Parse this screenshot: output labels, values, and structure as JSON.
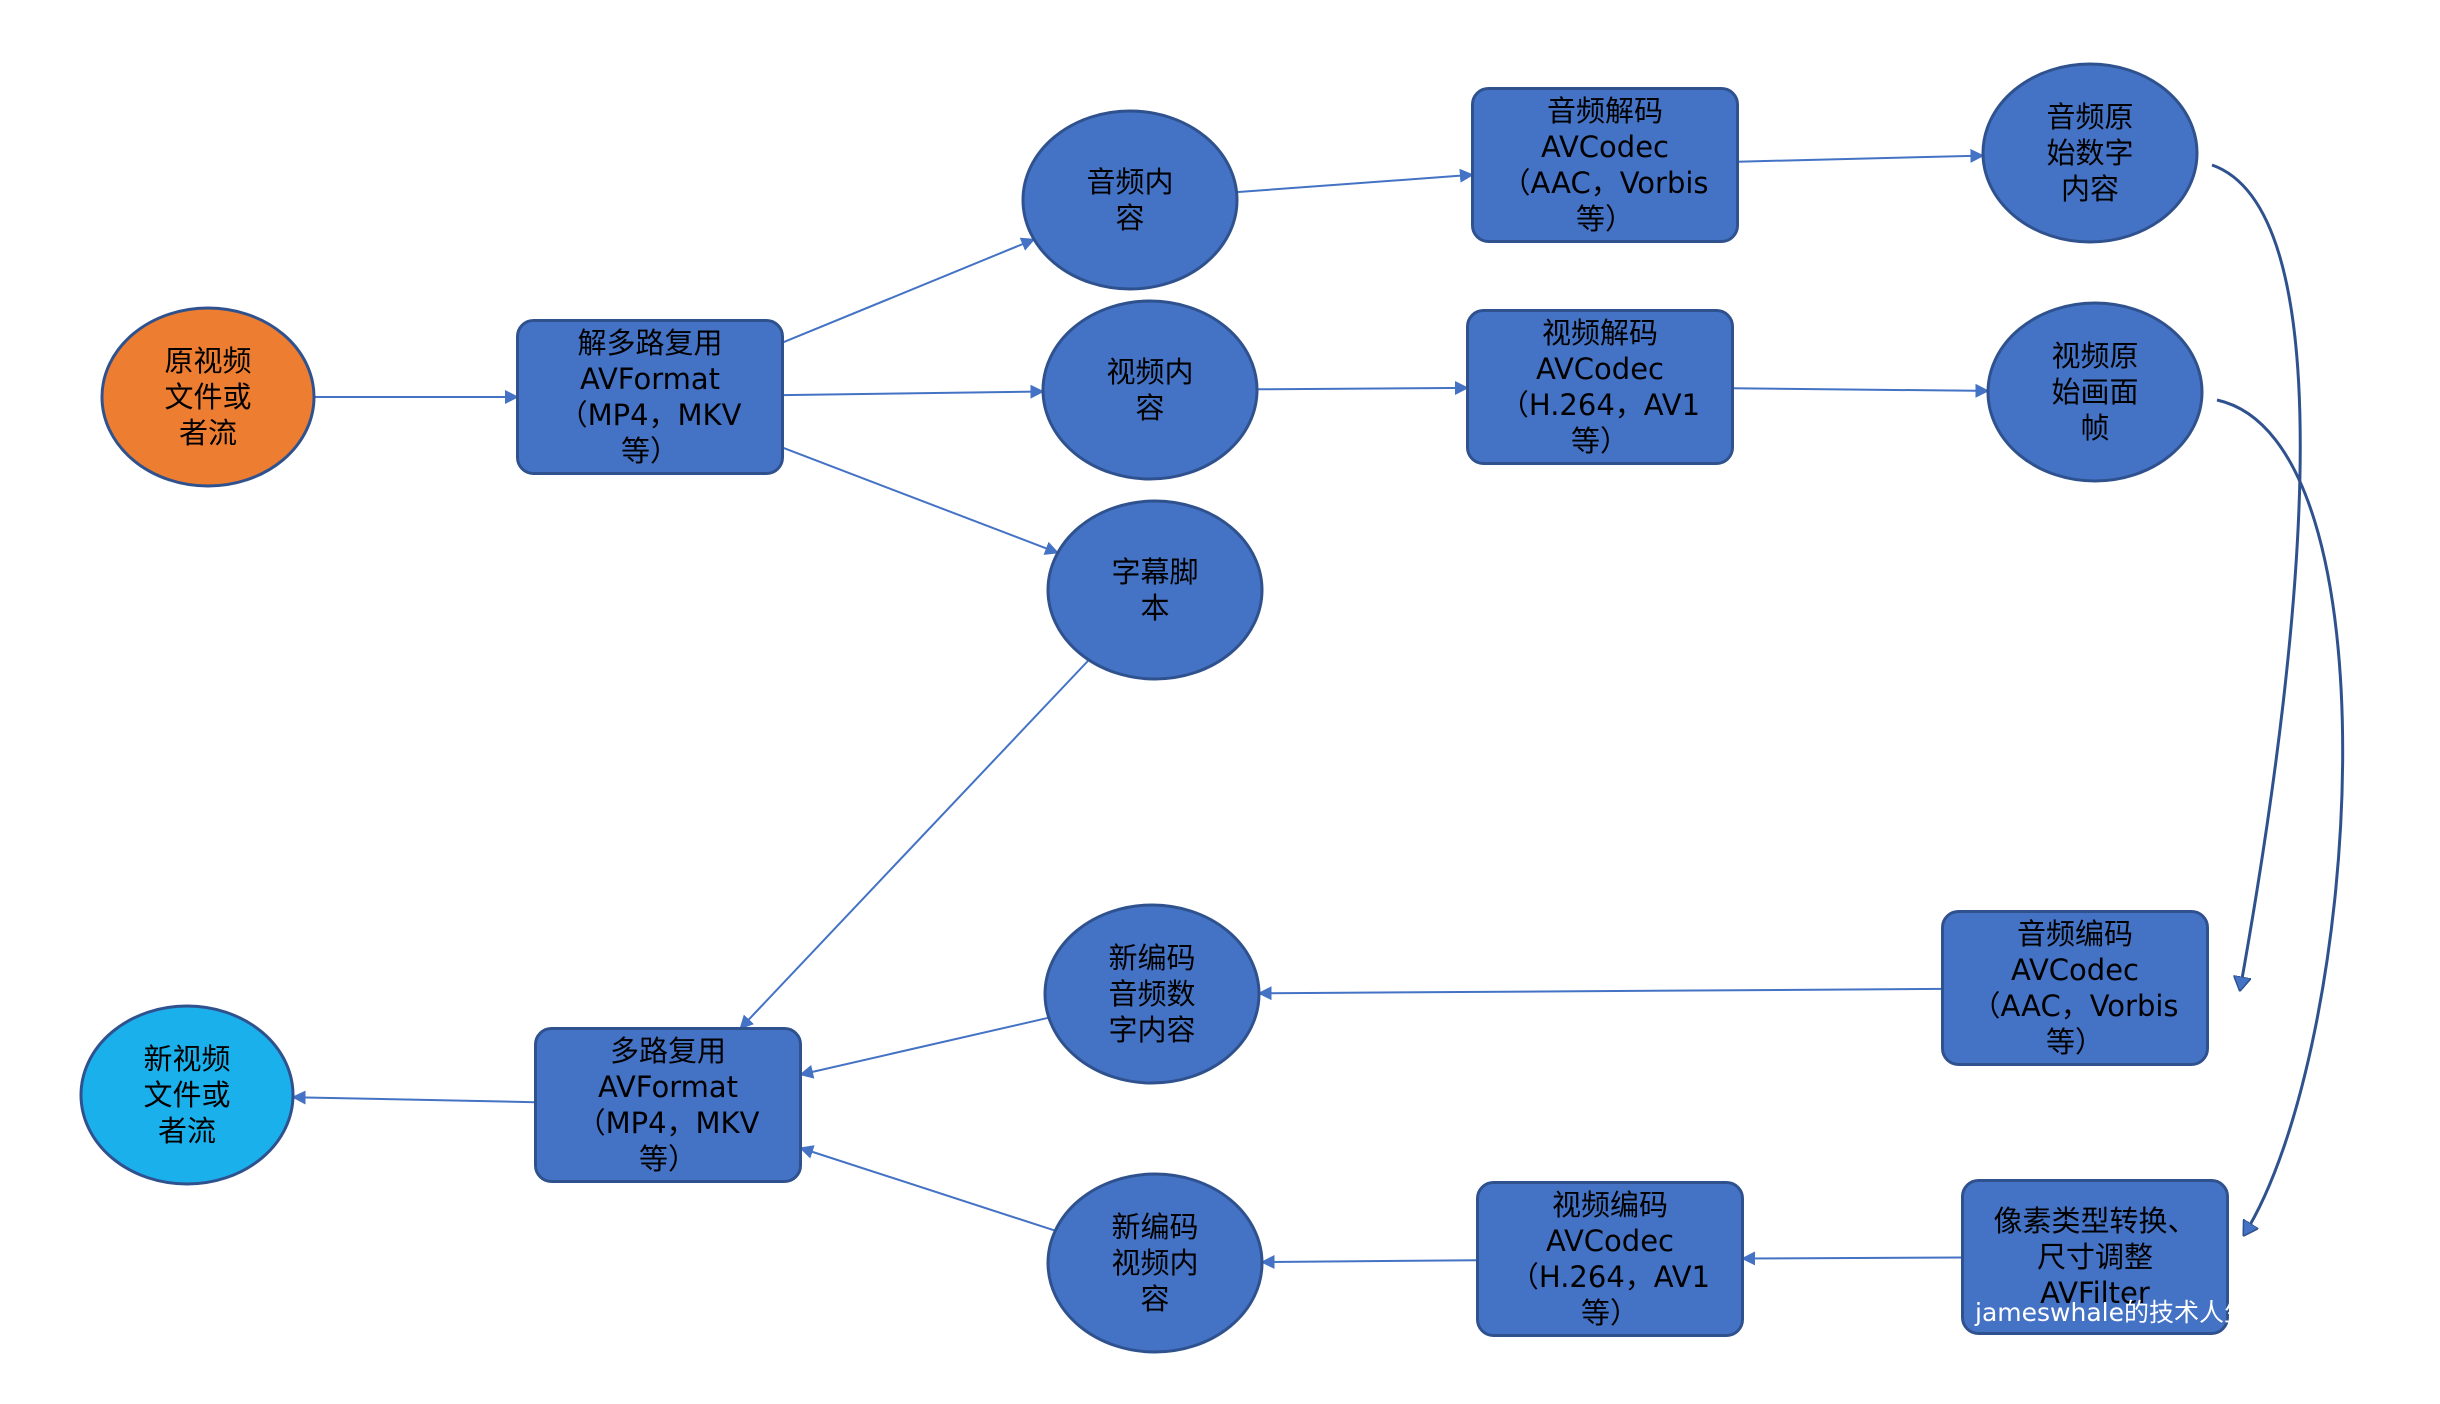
{
  "colors": {
    "node_fill": "#4472c4",
    "node_stroke": "#2f528f",
    "source_fill": "#ed7d31",
    "output_fill": "#1ab0ec",
    "edge": "#4472c4",
    "long_edge": "#2f528f",
    "text": "#000000"
  },
  "nodes": [
    {
      "id": "source",
      "shape": "ellipse",
      "fill": "source",
      "lines": [
        "原视频",
        "文件或",
        "者流"
      ]
    },
    {
      "id": "demux",
      "shape": "rect",
      "lines": [
        "解多路复用",
        "AVFormat",
        "（MP4，MKV",
        "等）"
      ]
    },
    {
      "id": "audio-content",
      "shape": "ellipse",
      "lines": [
        "音频内",
        "容"
      ]
    },
    {
      "id": "video-content",
      "shape": "ellipse",
      "lines": [
        "视频内",
        "容"
      ]
    },
    {
      "id": "subtitle-script",
      "shape": "ellipse",
      "lines": [
        "字幕脚",
        "本"
      ]
    },
    {
      "id": "audio-decode",
      "shape": "rect",
      "lines": [
        "音频解码",
        "AVCodec",
        "（AAC，Vorbis",
        "等）"
      ]
    },
    {
      "id": "video-decode",
      "shape": "rect",
      "lines": [
        "视频解码",
        "AVCodec",
        "（H.264，AV1",
        "等）"
      ]
    },
    {
      "id": "raw-audio",
      "shape": "ellipse",
      "lines": [
        "音频原",
        "始数字",
        "内容"
      ]
    },
    {
      "id": "raw-video",
      "shape": "ellipse",
      "lines": [
        "视频原",
        "始画面",
        "帧"
      ]
    },
    {
      "id": "audio-encode",
      "shape": "rect",
      "lines": [
        "音频编码",
        "AVCodec",
        "（AAC，Vorbis",
        "等）"
      ]
    },
    {
      "id": "filter",
      "shape": "rect",
      "lines": [
        "像素类型转换、",
        "尺寸调整",
        "AVFilter"
      ]
    },
    {
      "id": "video-encode",
      "shape": "rect",
      "lines": [
        "视频编码",
        "AVCodec",
        "（H.264，AV1",
        "等）"
      ]
    },
    {
      "id": "new-audio",
      "shape": "ellipse",
      "lines": [
        "新编码",
        "音频数",
        "字内容"
      ]
    },
    {
      "id": "new-video",
      "shape": "ellipse",
      "lines": [
        "新编码",
        "视频内",
        "容"
      ]
    },
    {
      "id": "mux",
      "shape": "rect",
      "lines": [
        "多路复用",
        "AVFormat",
        "（MP4，MKV",
        "等）"
      ]
    },
    {
      "id": "output",
      "shape": "ellipse",
      "fill": "output",
      "lines": [
        "新视频",
        "文件或",
        "者流"
      ]
    }
  ],
  "edges": [
    {
      "from": "source",
      "to": "demux"
    },
    {
      "from": "demux",
      "to": "audio-content"
    },
    {
      "from": "demux",
      "to": "video-content"
    },
    {
      "from": "demux",
      "to": "subtitle-script"
    },
    {
      "from": "audio-content",
      "to": "audio-decode"
    },
    {
      "from": "video-content",
      "to": "video-decode"
    },
    {
      "from": "audio-decode",
      "to": "raw-audio"
    },
    {
      "from": "video-decode",
      "to": "raw-video"
    },
    {
      "from": "raw-audio",
      "to": "audio-encode"
    },
    {
      "from": "raw-video",
      "to": "filter"
    },
    {
      "from": "audio-encode",
      "to": "new-audio"
    },
    {
      "from": "filter",
      "to": "video-encode"
    },
    {
      "from": "video-encode",
      "to": "new-video"
    },
    {
      "from": "new-audio",
      "to": "mux"
    },
    {
      "from": "new-video",
      "to": "mux"
    },
    {
      "from": "subtitle-script",
      "to": "mux"
    },
    {
      "from": "mux",
      "to": "output"
    }
  ],
  "watermark": "jameswhale的技术人生"
}
